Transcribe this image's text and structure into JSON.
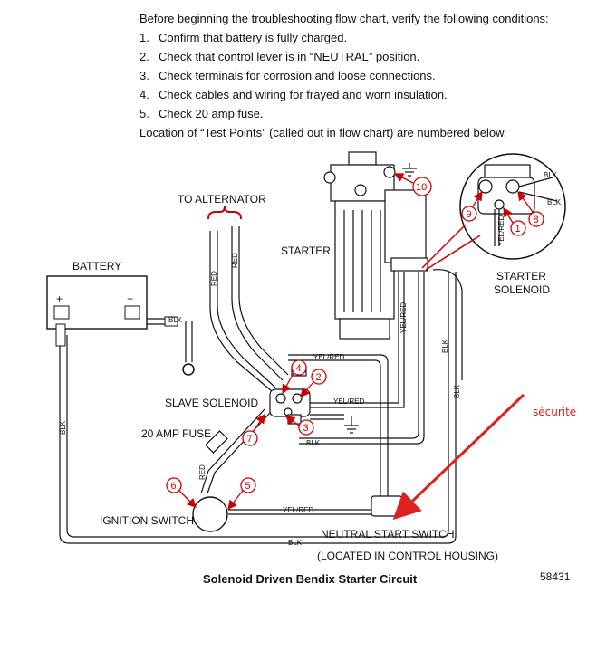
{
  "intro": {
    "heading": "Before beginning the troubleshooting flow chart, verify the following conditions:",
    "items": [
      {
        "num": "1.",
        "text": "Confirm that battery is fully charged."
      },
      {
        "num": "2.",
        "text": "Check that control lever is in “NEUTRAL” position."
      },
      {
        "num": "3.",
        "text": "Check terminals for corrosion and loose connections."
      },
      {
        "num": "4.",
        "text": "Check cables and wiring for frayed and worn insulation."
      },
      {
        "num": "5.",
        "text": "Check 20 amp fuse."
      }
    ],
    "footer": "Location of “Test Points” (called out in flow chart) are numbered below."
  },
  "labels": {
    "to_alternator": "TO ALTERNATOR",
    "starter": "STARTER",
    "battery": "BATTERY",
    "starter_solenoid_1": "STARTER",
    "starter_solenoid_2": "SOLENOID",
    "slave_solenoid": "SLAVE SOLENOID",
    "amp_fuse": "20 AMP FUSE",
    "ignition_switch": "IGNITION SWITCH",
    "neutral_start_switch": "NEUTRAL START SWITCH",
    "located": "(LOCATED IN CONTROL HOUSING)",
    "caption": "Solenoid Driven Bendix Starter Circuit",
    "figure_no": "58431",
    "annotation": "sécurité",
    "plus": "+",
    "minus": "−"
  },
  "wires": {
    "red": "RED",
    "blk": "BLK",
    "yel_red": "YEL/RED"
  },
  "test_points": [
    "1",
    "2",
    "3",
    "4",
    "5",
    "6",
    "7",
    "8",
    "9",
    "10"
  ],
  "colors": {
    "test_point": "#cc0000",
    "annotation_arrow": "#e02020",
    "line": "#111111"
  }
}
